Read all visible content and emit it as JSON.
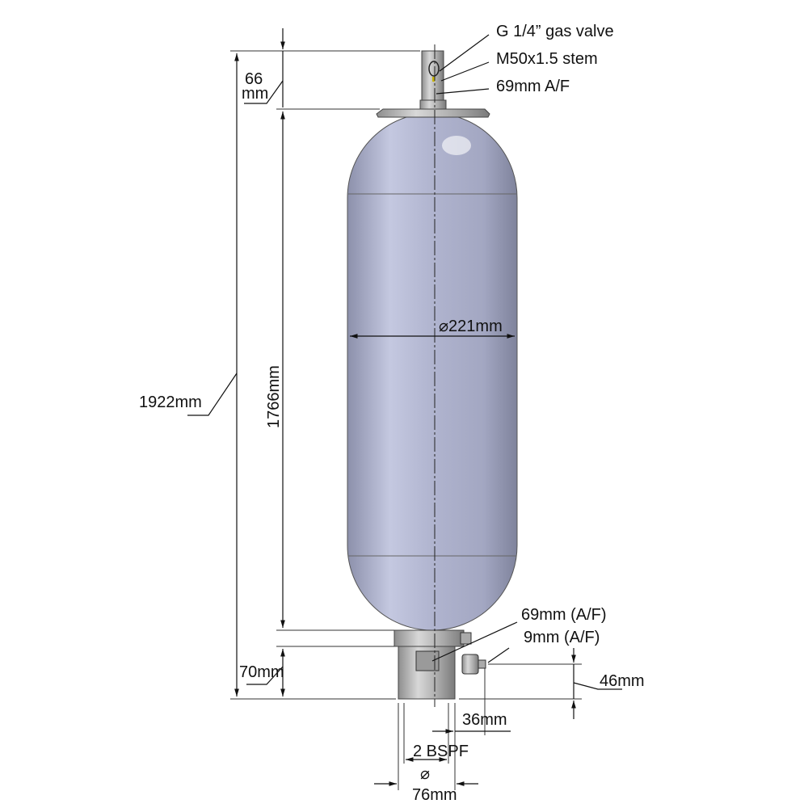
{
  "colors": {
    "body": "#a9aec9",
    "metal": "#b8b8b8",
    "line": "#111111"
  },
  "labels": {
    "gas_valve": "G 1/4” gas valve",
    "stem": "M50x1.5 stem",
    "top_af": "69mm A/F",
    "top_height_num": "66",
    "top_height_unit": "mm",
    "overall_height": "1922mm",
    "body_height": "1766mm",
    "diameter": "⌀221mm",
    "bottom_af": "69mm (A/F)",
    "valve_af": "9mm (A/F)",
    "valve_height": "46mm",
    "port_height": "70mm",
    "valve_offset": "36mm",
    "thread": "2 BSPF",
    "dia_symbol": "⌀",
    "port_dia": "76mm"
  }
}
